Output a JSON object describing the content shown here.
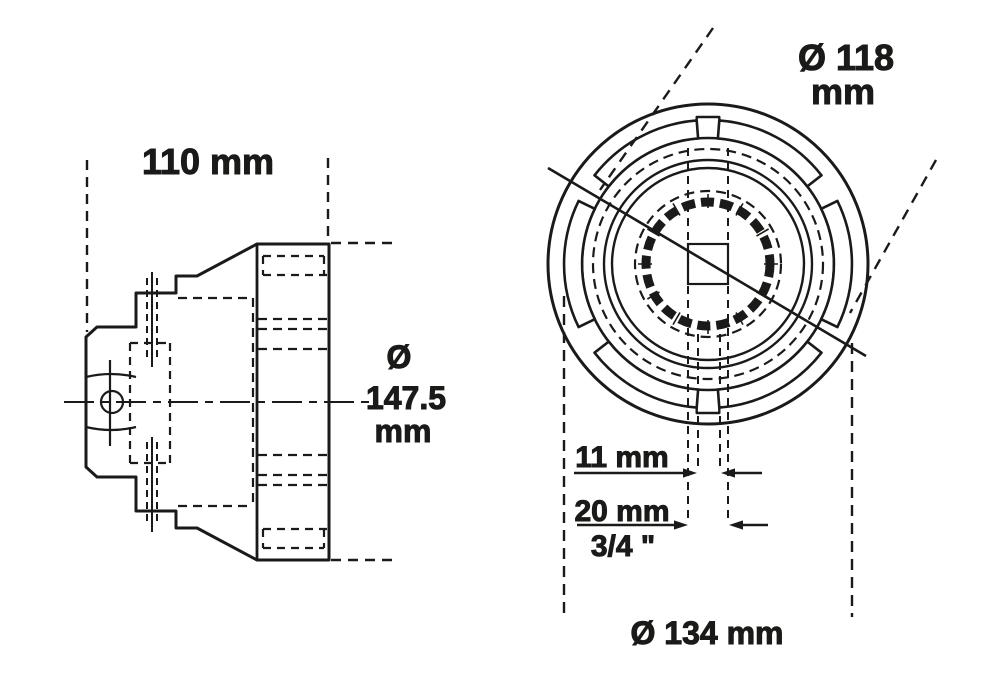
{
  "drawing": {
    "type": "technical-drawing",
    "subject": "axle nut socket, side view and front view",
    "ink_color": "#1a1a18",
    "background_color": "#ffffff"
  },
  "side_view": {
    "length_label": "110 mm",
    "diameter_symbol": "Ø",
    "diameter_value": "147.5",
    "diameter_unit": "mm"
  },
  "front_view": {
    "outer_diameter_line1": "Ø 118",
    "outer_diameter_line2": "mm",
    "slot_width_label": "11 mm",
    "drive_width_label": "20 mm",
    "drive_size_label": "3/4 \"",
    "flange_diameter_label": "Ø 134 mm"
  }
}
